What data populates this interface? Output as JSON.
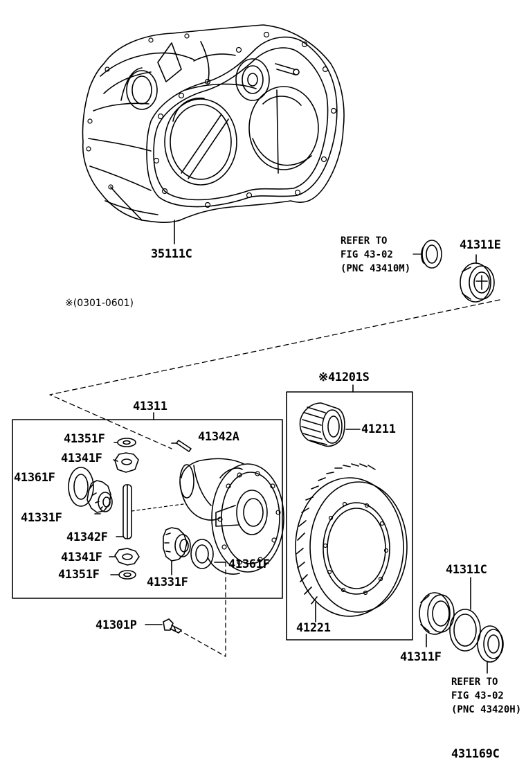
{
  "part_labels": {
    "p35111c": "35111C",
    "p41311e": "41311E",
    "p41201s": "※41201S",
    "p41211": "41211",
    "p41311": "41311",
    "p41351f_a": "41351F",
    "p41342a": "41342A",
    "p41341f_a": "41341F",
    "p41361f_a": "41361F",
    "p41331f_a": "41331F",
    "p41342f": "41342F",
    "p41341f_b": "41341F",
    "p41351f_b": "41351F",
    "p41331f_b": "41331F",
    "p41361f_b": "41361F",
    "p41301p": "41301P",
    "p41221": "41221",
    "p41311c": "41311C",
    "p41311f": "41311F"
  },
  "references": {
    "top": {
      "line1": "REFER TO",
      "line2": "FIG 43-02",
      "line3": "(PNC 43410M)"
    },
    "bottom": {
      "line1": "REFER TO",
      "line2": "FIG 43-02",
      "line3": "(PNC 43420H)"
    }
  },
  "date_note": "※(0301-0601)",
  "diagram_id": "431169C"
}
